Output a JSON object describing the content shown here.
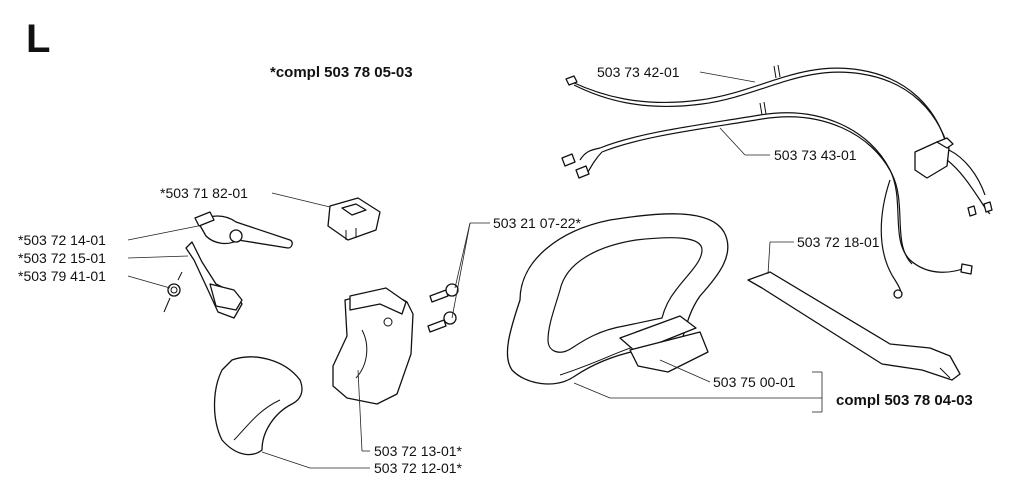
{
  "section_letter": "L",
  "assembly_top": "*compl 503 78 05-03",
  "assembly_right": "compl 503 78 04-03",
  "parts": {
    "p1": "503 73 42-01",
    "p2": "503 73 43-01",
    "p3": "*503 71 82-01",
    "p4": "503 21 07-22*",
    "p5": "*503 72 14-01",
    "p6": "*503 72 15-01",
    "p7": "*503 79 41-01",
    "p8": "503 72 18-01",
    "p9": "503 75 00-01",
    "p10": "503 72 13-01*",
    "p11": "503 72 12-01*"
  }
}
